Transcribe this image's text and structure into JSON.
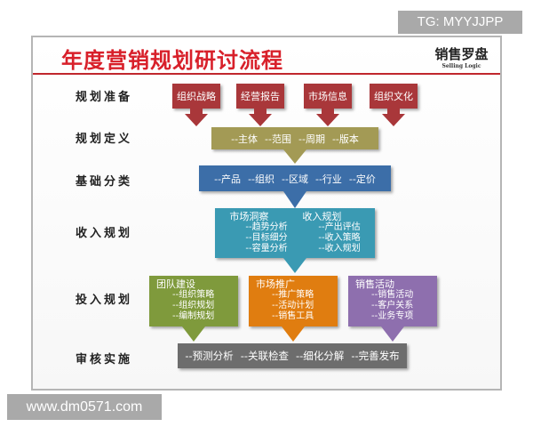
{
  "watermark_top": "TG: MYYJJPP",
  "watermark_bottom": "www.dm0571.com",
  "title": "年度营销规划研讨流程",
  "logo": {
    "cn": "销售罗盘",
    "en": "Selling Logic"
  },
  "stages": [
    "规划准备",
    "规划定义",
    "基础分类",
    "收入规划",
    "投入规划",
    "审核实施"
  ],
  "prep": [
    "组织战略",
    "经营报告",
    "市场信息",
    "组织文化"
  ],
  "definition": [
    "--主体",
    "--范围",
    "--周期",
    "--版本"
  ],
  "classification": [
    "--产品",
    "--组织",
    "--区域",
    "--行业",
    "--定价"
  ],
  "revenue": [
    {
      "head": "市场洞察",
      "items": [
        "--趋势分析",
        "--目标细分",
        "--容量分析"
      ]
    },
    {
      "head": "收入规划",
      "items": [
        "--产出评估",
        "--收入策略",
        "--收入规划"
      ]
    }
  ],
  "investment": [
    {
      "head": "团队建设",
      "items": [
        "--组织策略",
        "--组织规划",
        "--编制规划"
      ],
      "color": "#7f9a3c"
    },
    {
      "head": "市场推广",
      "items": [
        "--推广策略",
        "--活动计划",
        "--销售工具"
      ],
      "color": "#e07d10"
    },
    {
      "head": "销售活动",
      "items": [
        "--销售活动",
        "--客户关系",
        "--业务专项"
      ],
      "color": "#8e6fae"
    }
  ],
  "review": [
    "--预测分析",
    "--关联检查",
    "--细化分解",
    "--完善发布"
  ],
  "colors": {
    "title": "#d8202a",
    "prep": "#a9373a",
    "definition": "#a39a55",
    "classification": "#3c6ea8",
    "revenue": "#3a9ab3",
    "review": "#6d6d6d"
  }
}
